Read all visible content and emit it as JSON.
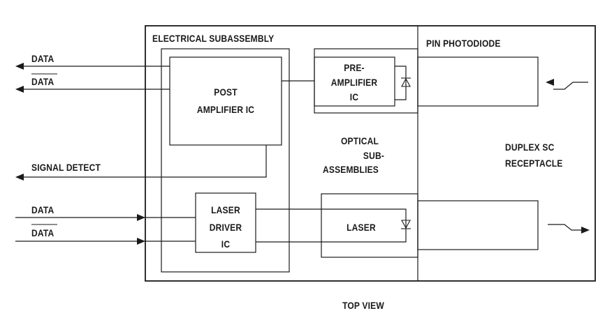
{
  "diagram": {
    "labels": {
      "electrical_subassembly": "ELECTRICAL SUBASSEMBLY",
      "pin_photodiode": "PIN PHOTODIODE",
      "post_amplifier": [
        "POST",
        "AMPLIFIER IC"
      ],
      "pre_amplifier": [
        "PRE-",
        "AMPLIFIER",
        "IC"
      ],
      "optical_subassemblies": [
        "OPTICAL",
        "SUB-",
        "ASSEMBLIES"
      ],
      "duplex_sc_receptacle": [
        "DUPLEX SC",
        "RECEPTACLE"
      ],
      "laser_driver": [
        "LASER",
        "DRIVER",
        "IC"
      ],
      "laser": "LASER",
      "signal_detect": "SIGNAL DETECT",
      "data": "DATA",
      "data_bar": "DATA",
      "tx_data": "DATA",
      "tx_data_bar": "DATA",
      "top_view": "TOP VIEW"
    },
    "colors": {
      "line": "#1a1a1a",
      "background": "#ffffff"
    }
  }
}
